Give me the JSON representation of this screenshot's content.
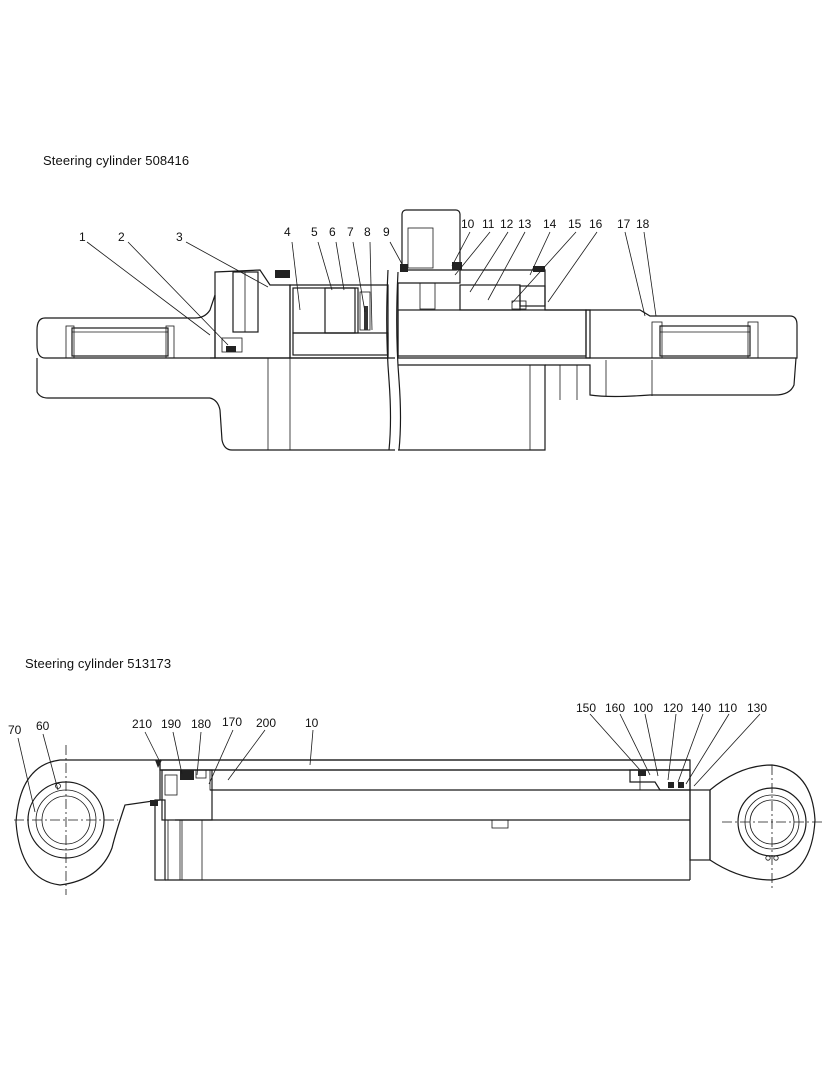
{
  "drawing_a": {
    "title": "Steering cylinder 508416",
    "labels": [
      "1",
      "2",
      "3",
      "4",
      "5",
      "6",
      "7",
      "8",
      "9",
      "10",
      "11",
      "12",
      "13",
      "14",
      "15",
      "16",
      "17",
      "18"
    ]
  },
  "drawing_b": {
    "title": "Steering cylinder 513173",
    "labels": [
      "70",
      "60",
      "210",
      "190",
      "180",
      "170",
      "200",
      "10",
      "150",
      "160",
      "100",
      "120",
      "140",
      "110",
      "130"
    ]
  }
}
